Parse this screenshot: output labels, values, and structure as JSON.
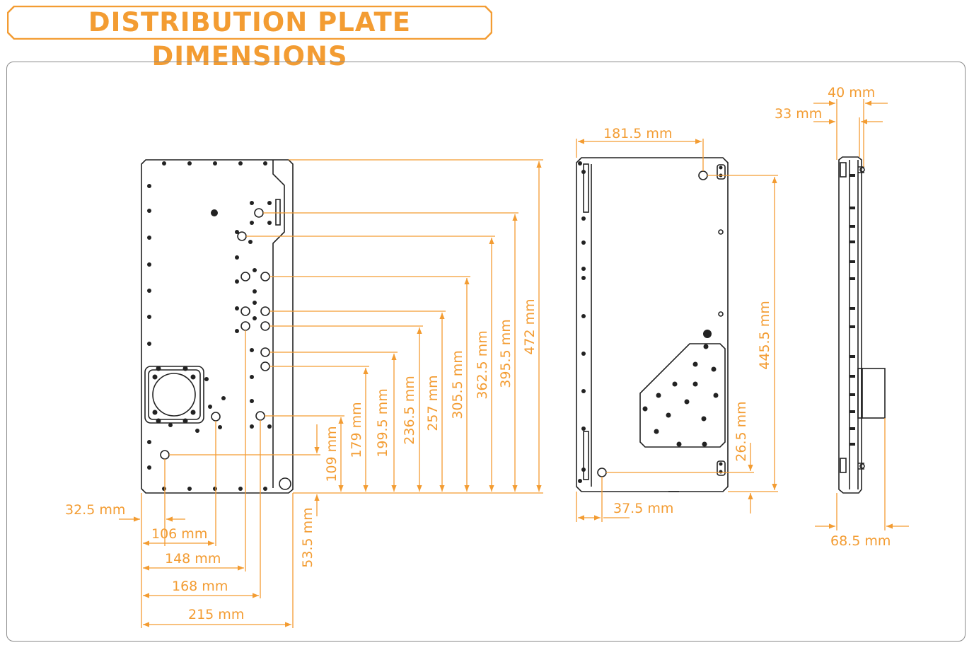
{
  "title": "DISTRIBUTION PLATE DIMENSIONS",
  "colors": {
    "accent": "#f39c32",
    "outline": "#222222",
    "frame": "#8a8a8a",
    "background": "#ffffff"
  },
  "front_view": {
    "vertical": [
      "109 mm",
      "179 mm",
      "199.5 mm",
      "236.5 mm",
      "257 mm",
      "305.5 mm",
      "362.5 mm",
      "395.5 mm",
      "472 mm"
    ],
    "horizontal": [
      "32.5 mm",
      "106 mm",
      "148 mm",
      "168 mm",
      "215 mm"
    ],
    "bottom_offset": "53.5 mm"
  },
  "back_view": {
    "top_width": "181.5 mm",
    "height": "445.5 mm",
    "bottom_height": "26.5 mm",
    "bottom_width": "37.5 mm"
  },
  "side_view": {
    "top_outer": "40 mm",
    "top_inner": "33 mm",
    "bottom_depth": "68.5 mm"
  }
}
